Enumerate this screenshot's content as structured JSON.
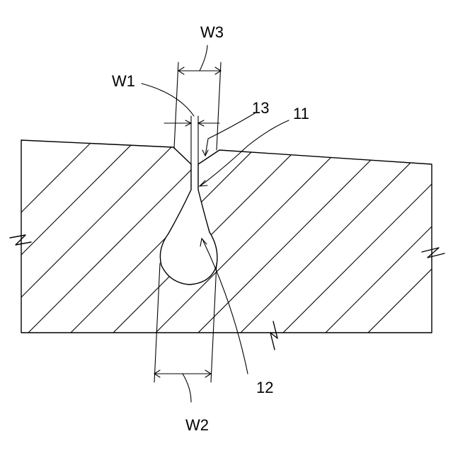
{
  "labels": {
    "w1": "W1",
    "w2": "W2",
    "w3": "W3",
    "ref_11": "11",
    "ref_12": "12",
    "ref_13": "13"
  },
  "colors": {
    "line": "#000000",
    "background": "#ffffff"
  }
}
